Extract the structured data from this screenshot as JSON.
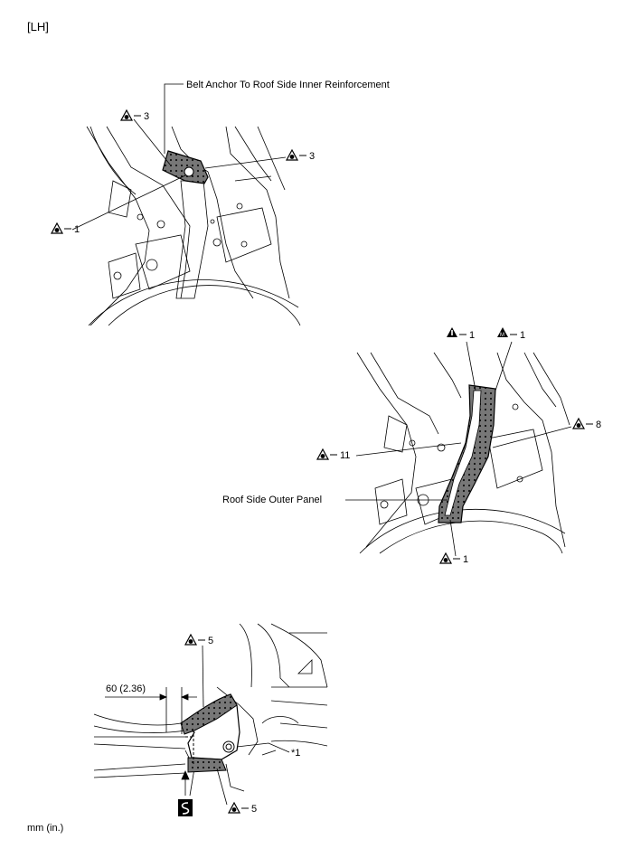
{
  "header": {
    "side_label": "[LH]"
  },
  "footer": {
    "unit_note": "mm (in.)"
  },
  "figure1": {
    "part_label": "Belt Anchor To Roof Side Inner Reinforcement",
    "callouts": [
      {
        "symbol": "spot-weld-icon",
        "text": "3"
      },
      {
        "symbol": "spot-weld-icon",
        "text": "3"
      },
      {
        "symbol": "spot-weld-icon",
        "text": "1"
      }
    ]
  },
  "figure2": {
    "part_label": "Roof Side Outer Panel",
    "callouts": [
      {
        "symbol": "triangle-i-icon",
        "text": "1"
      },
      {
        "symbol": "triangle-m-icon",
        "text": "1"
      },
      {
        "symbol": "spot-weld-icon",
        "text": "8"
      },
      {
        "symbol": "spot-weld-icon",
        "text": "11"
      },
      {
        "symbol": "spot-weld-icon",
        "text": "1"
      }
    ]
  },
  "figure3": {
    "dimension": "60 (2.36)",
    "ref_label": "*1",
    "callouts": [
      {
        "symbol": "spot-weld-icon",
        "text": "5"
      },
      {
        "symbol": "spot-weld-icon",
        "text": "5"
      }
    ],
    "cut_symbol": "saw-cut-icon"
  }
}
